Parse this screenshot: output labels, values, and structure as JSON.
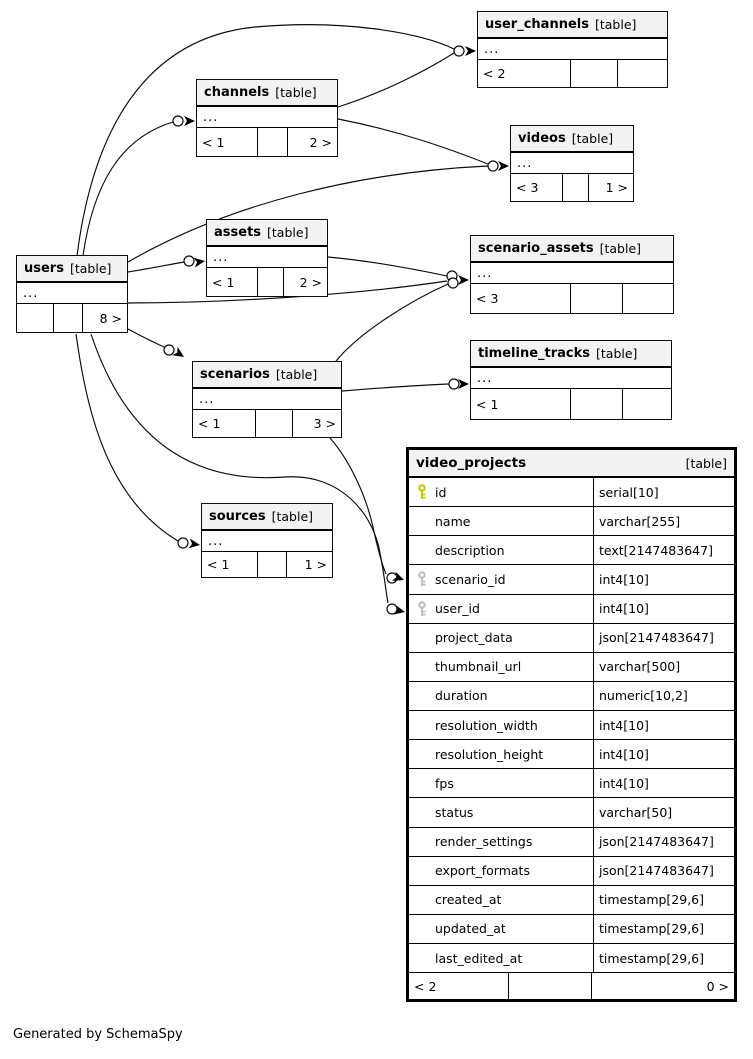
{
  "footer_note": "Generated by SchemaSpy",
  "colors": {
    "pk_key": "#c6c600",
    "fk_key": "#bdbdbd",
    "header_bg": "#f3f3f3",
    "border": "#000000"
  },
  "entities": {
    "users": {
      "name": "users",
      "tag": "[table]",
      "body": "...",
      "footer": [
        "",
        "",
        "8 >"
      ]
    },
    "channels": {
      "name": "channels",
      "tag": "[table]",
      "body": "...",
      "footer": [
        "< 1",
        "",
        "2 >"
      ]
    },
    "user_channels": {
      "name": "user_channels",
      "tag": "[table]",
      "body": "...",
      "footer": [
        "< 2",
        "",
        ""
      ]
    },
    "videos": {
      "name": "videos",
      "tag": "[table]",
      "body": "...",
      "footer": [
        "< 3",
        "",
        "1 >"
      ]
    },
    "assets": {
      "name": "assets",
      "tag": "[table]",
      "body": "...",
      "footer": [
        "< 1",
        "",
        "2 >"
      ]
    },
    "scenario_assets": {
      "name": "scenario_assets",
      "tag": "[table]",
      "body": "...",
      "footer": [
        "< 3",
        "",
        ""
      ]
    },
    "timeline_tracks": {
      "name": "timeline_tracks",
      "tag": "[table]",
      "body": "...",
      "footer": [
        "< 1",
        "",
        ""
      ]
    },
    "scenarios": {
      "name": "scenarios",
      "tag": "[table]",
      "body": "...",
      "footer": [
        "< 1",
        "",
        "3 >"
      ]
    },
    "sources": {
      "name": "sources",
      "tag": "[table]",
      "body": "...",
      "footer": [
        "< 1",
        "",
        "1 >"
      ]
    }
  },
  "video_projects": {
    "name": "video_projects",
    "tag": "[table]",
    "columns": [
      {
        "key": "pk",
        "name": "id",
        "type": "serial[10]"
      },
      {
        "key": "",
        "name": "name",
        "type": "varchar[255]"
      },
      {
        "key": "",
        "name": "description",
        "type": "text[2147483647]"
      },
      {
        "key": "fk",
        "name": "scenario_id",
        "type": "int4[10]"
      },
      {
        "key": "fk",
        "name": "user_id",
        "type": "int4[10]"
      },
      {
        "key": "",
        "name": "project_data",
        "type": "json[2147483647]"
      },
      {
        "key": "",
        "name": "thumbnail_url",
        "type": "varchar[500]"
      },
      {
        "key": "",
        "name": "duration",
        "type": "numeric[10,2]"
      },
      {
        "key": "",
        "name": "resolution_width",
        "type": "int4[10]"
      },
      {
        "key": "",
        "name": "resolution_height",
        "type": "int4[10]"
      },
      {
        "key": "",
        "name": "fps",
        "type": "int4[10]"
      },
      {
        "key": "",
        "name": "status",
        "type": "varchar[50]"
      },
      {
        "key": "",
        "name": "render_settings",
        "type": "json[2147483647]"
      },
      {
        "key": "",
        "name": "export_formats",
        "type": "json[2147483647]"
      },
      {
        "key": "",
        "name": "created_at",
        "type": "timestamp[29,6]"
      },
      {
        "key": "",
        "name": "updated_at",
        "type": "timestamp[29,6]"
      },
      {
        "key": "",
        "name": "last_edited_at",
        "type": "timestamp[29,6]"
      }
    ],
    "footer": [
      "< 2",
      "",
      "0 >"
    ]
  },
  "relationships": [
    "users->channels",
    "users->user_channels",
    "channels->user_channels",
    "users->videos",
    "channels->videos",
    "users->assets",
    "users->scenario_assets",
    "assets->scenario_assets",
    "scenarios->scenario_assets",
    "scenarios->timeline_tracks",
    "users->scenarios",
    "users->sources",
    "users->video_projects.user_id",
    "scenarios->video_projects.scenario_id"
  ]
}
